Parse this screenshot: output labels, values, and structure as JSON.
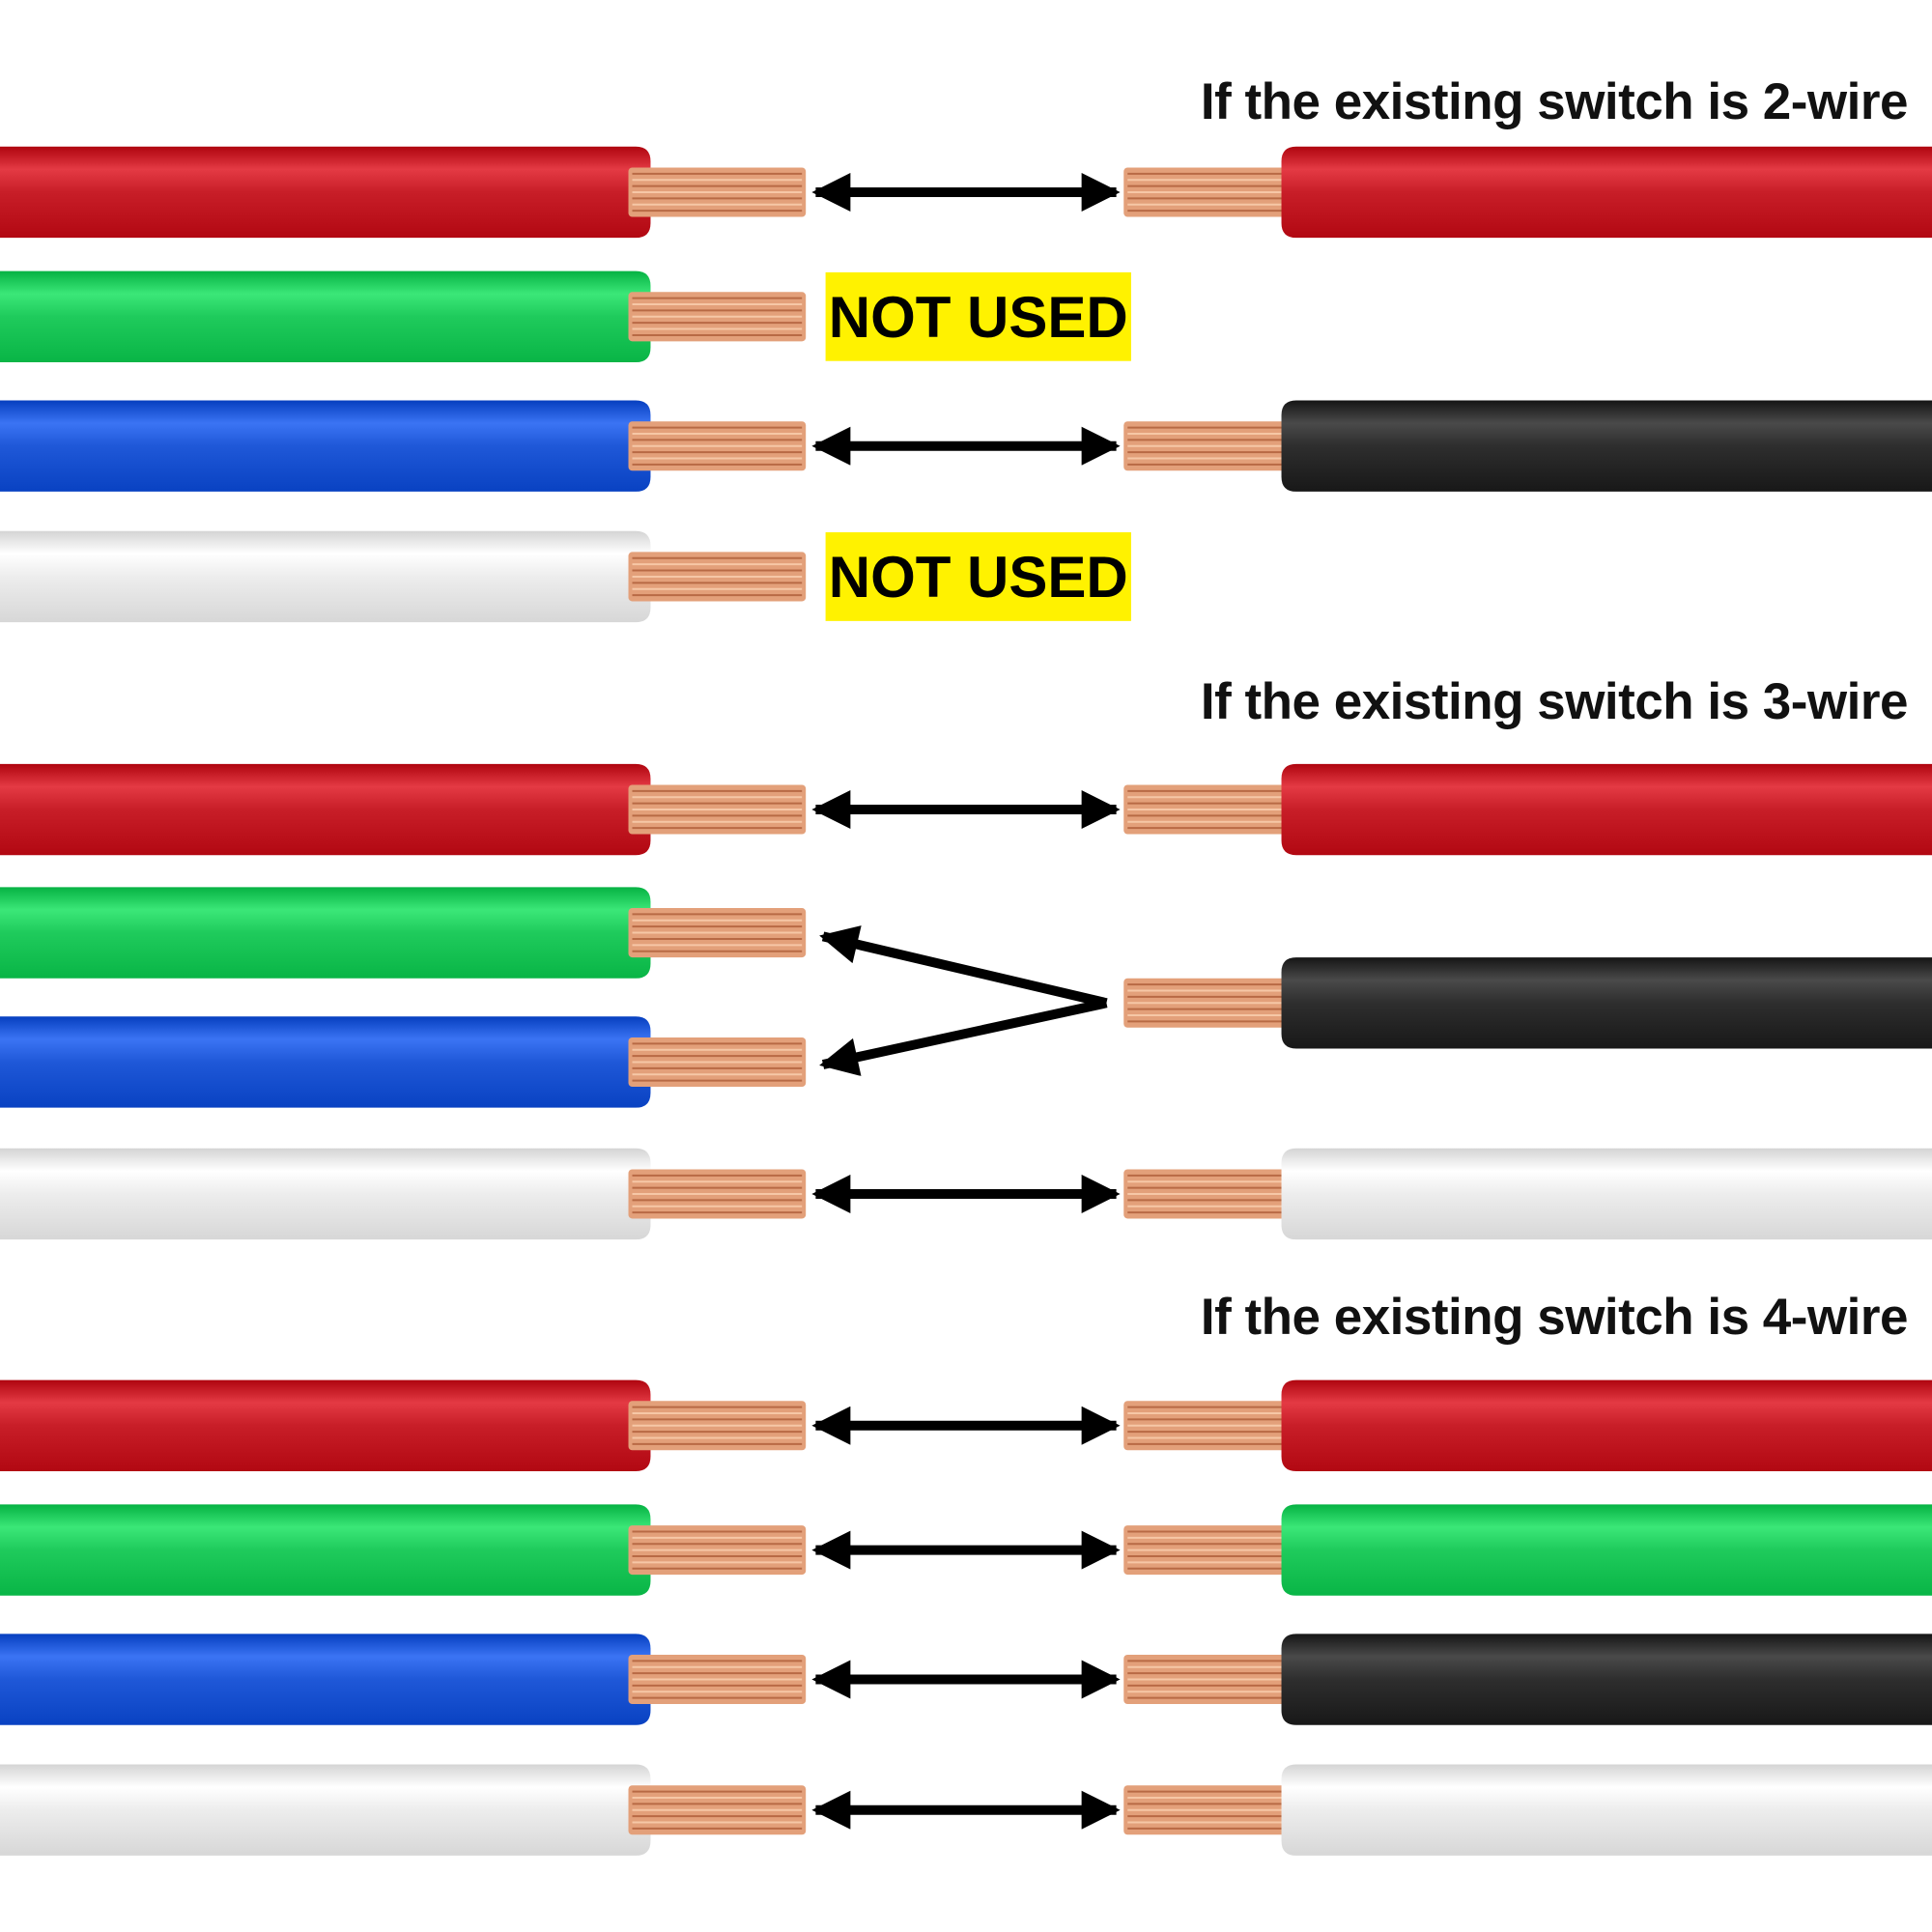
{
  "colors": {
    "red": "#C81E28",
    "green": "#1FCB5C",
    "blue": "#1F58D8",
    "white": "#EDEDED",
    "black": "#2E2E2E",
    "copper": "#E3A07A",
    "label_bg": "#FFF200",
    "arrow": "#000000"
  },
  "sections": [
    {
      "heading": "If the existing switch is 2-wire",
      "rows": [
        {
          "left": "red",
          "right": "red",
          "link": "arrow"
        },
        {
          "left": "green",
          "right": null,
          "link": "label",
          "label": "NOT USED"
        },
        {
          "left": "blue",
          "right": "black",
          "link": "arrow"
        },
        {
          "left": "white",
          "right": null,
          "link": "label",
          "label": "NOT USED"
        }
      ]
    },
    {
      "heading": "If the existing switch is 3-wire",
      "rows": [
        {
          "left": "red",
          "right": "red",
          "link": "arrow"
        },
        {
          "left": "green",
          "right": null,
          "link": "fork-top"
        },
        {
          "left": "blue",
          "right": null,
          "link": "fork-bottom"
        },
        {
          "left": "white",
          "right": "white",
          "link": "arrow"
        }
      ],
      "fork_right": "black"
    },
    {
      "heading": "If the existing switch is 4-wire",
      "rows": [
        {
          "left": "red",
          "right": "red",
          "link": "arrow"
        },
        {
          "left": "green",
          "right": "green",
          "link": "arrow"
        },
        {
          "left": "blue",
          "right": "black",
          "link": "arrow"
        },
        {
          "left": "white",
          "right": "white",
          "link": "arrow"
        }
      ]
    }
  ]
}
